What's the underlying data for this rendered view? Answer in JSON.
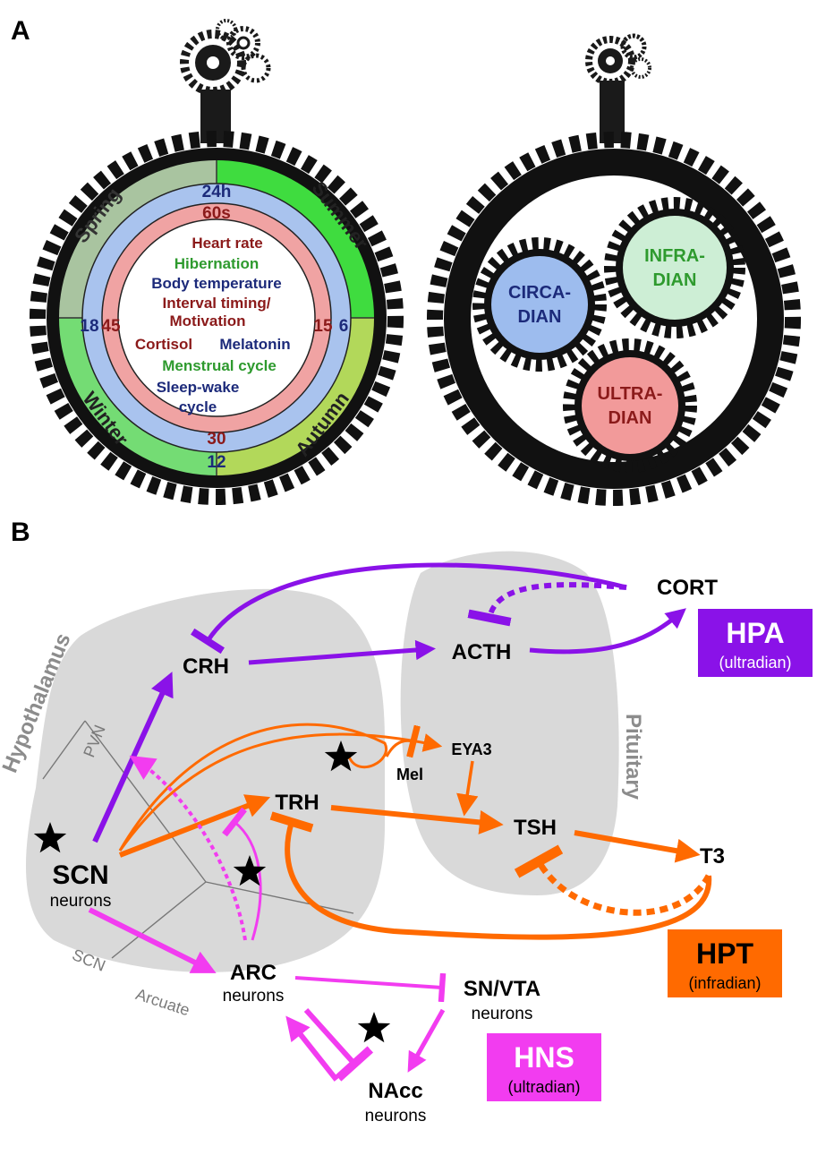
{
  "panels": {
    "a": "A",
    "b": "B"
  },
  "clock_left": {
    "seasons": {
      "spring": "Spring",
      "summer": "Summer",
      "autumn": "Autumn",
      "winter": "Winter"
    },
    "hours": {
      "top": "24h",
      "right": "6",
      "bottom": "12",
      "left": "18"
    },
    "seconds": {
      "top": "60s",
      "right": "15",
      "bottom": "30",
      "left": "45"
    },
    "rhythms": {
      "heart_rate": "Heart rate",
      "hibernation": "Hibernation",
      "body_temperature": "Body temperature",
      "interval_timing": "Interval timing/",
      "motivation": "Motivation",
      "cortisol": "Cortisol",
      "melatonin": "Melatonin",
      "menstrual_cycle": "Menstrual cycle",
      "sleep_wake": "Sleep-wake",
      "cycle": "cycle"
    }
  },
  "clock_right": {
    "circadian": [
      "CIRCA-",
      "DIAN"
    ],
    "infradian": [
      "INFRA-",
      "DIAN"
    ],
    "ultradian": [
      "ULTRA-",
      "DIAN"
    ]
  },
  "regions": {
    "hypothalamus": "Hypothalamus",
    "pituitary": "Pituitary",
    "pvn": "PVN",
    "scn": "SCN",
    "arcuate": "Arcuate"
  },
  "nodes": {
    "cort": "CORT",
    "acth": "ACTH",
    "crh": "CRH",
    "eya3": "EYA3",
    "mel": "Mel",
    "trh": "TRH",
    "tsh": "TSH",
    "t3": "T3",
    "scn": "SCN",
    "scn_sub": "neurons",
    "arc": "ARC",
    "arc_sub": "neurons",
    "snvta": "SN/VTA",
    "snvta_sub": "neurons",
    "nacc": "NAcc",
    "nacc_sub": "neurons"
  },
  "axes": {
    "hpa": {
      "label": "HPA",
      "sub": "(ultradian)"
    },
    "hpt": {
      "label": "HPT",
      "sub": "(infradian)"
    },
    "hns": {
      "label": "HNS",
      "sub": "(ultradian)"
    }
  },
  "colors": {
    "hpa": "#8a12e8",
    "hpt": "#ff6a00",
    "hns": "#f23cf0",
    "spring": "#a9c4a0",
    "summer": "#3fdc3f",
    "winter": "#74dc74",
    "autumn": "#b2d85a",
    "hours_ring": "#a9c3ee",
    "seconds_ring": "#f0a3a3",
    "circadian": "#9dbcee",
    "infradian": "#cdeed5",
    "ultradian": "#f29a9a"
  }
}
